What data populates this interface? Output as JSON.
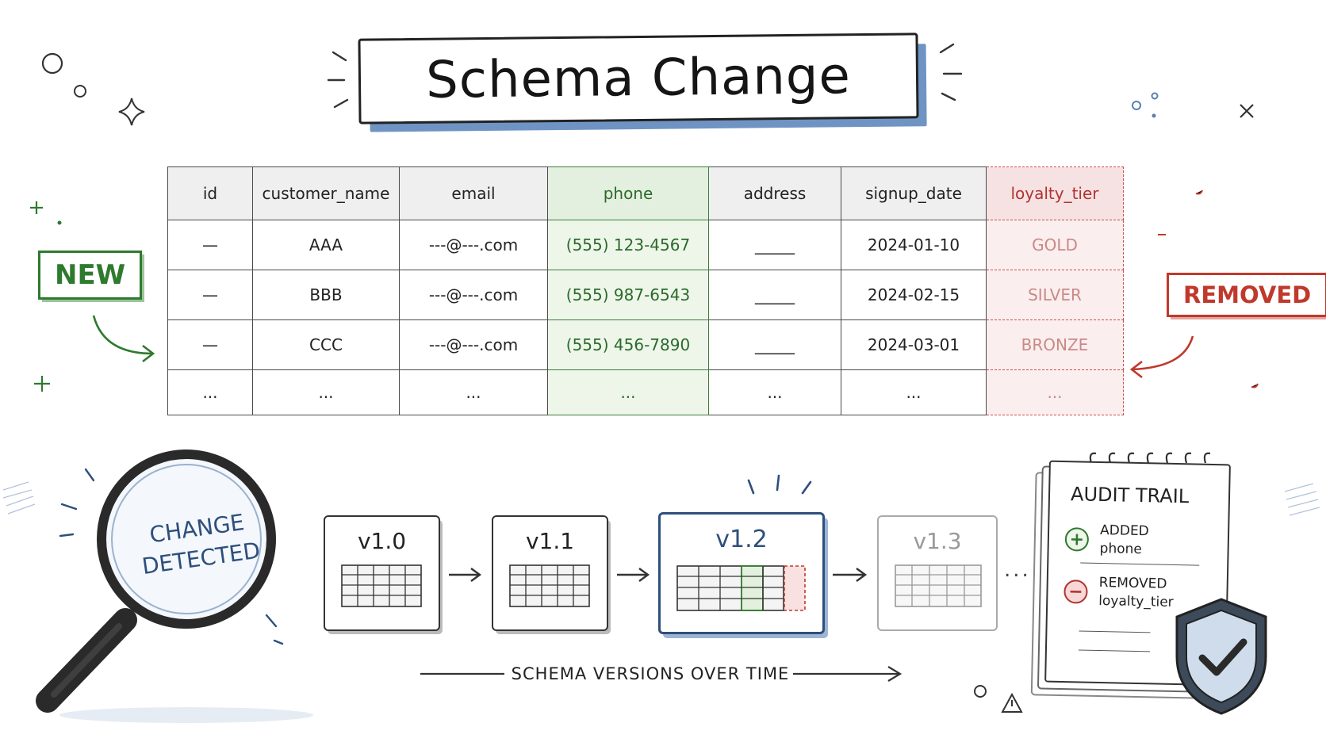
{
  "title": "Schema Change",
  "table": {
    "columns": [
      {
        "label": "id",
        "status": "unchanged"
      },
      {
        "label": "customer_name",
        "status": "unchanged"
      },
      {
        "label": "email",
        "status": "unchanged"
      },
      {
        "label": "phone",
        "status": "added"
      },
      {
        "label": "address",
        "status": "unchanged"
      },
      {
        "label": "signup_date",
        "status": "unchanged"
      },
      {
        "label": "loyalty_tier",
        "status": "removed"
      }
    ],
    "rows": [
      [
        "—",
        "AAA",
        "---@---.com",
        "(555) 123-4567",
        "_____",
        "2024-01-10",
        "GOLD"
      ],
      [
        "—",
        "BBB",
        "---@---.com",
        "(555) 987-6543",
        "_____",
        "2024-02-15",
        "SILVER"
      ],
      [
        "—",
        "CCC",
        "---@---.com",
        "(555) 456-7890",
        "_____",
        "2024-03-01",
        "BRONZE"
      ],
      [
        "...",
        "...",
        "...",
        "...",
        "...",
        "...",
        "..."
      ]
    ]
  },
  "tags": {
    "new": "NEW",
    "removed": "REMOVED"
  },
  "magnifier": {
    "line1": "CHANGE",
    "line2": "DETECTED"
  },
  "versions": [
    {
      "label": "v1.0"
    },
    {
      "label": "v1.1"
    },
    {
      "label": "v1.2"
    },
    {
      "label": "v1.3"
    }
  ],
  "more": "...",
  "timeline_label": "SCHEMA VERSIONS OVER TIME",
  "audit": {
    "title": "AUDIT TRAIL",
    "added": {
      "action": "ADDED",
      "column": "phone"
    },
    "removed": {
      "action": "REMOVED",
      "column": "loyalty_tier"
    }
  },
  "colors": {
    "added": "#2e7a2e",
    "removed": "#c0392b",
    "accent_blue": "#2d4f7c"
  }
}
